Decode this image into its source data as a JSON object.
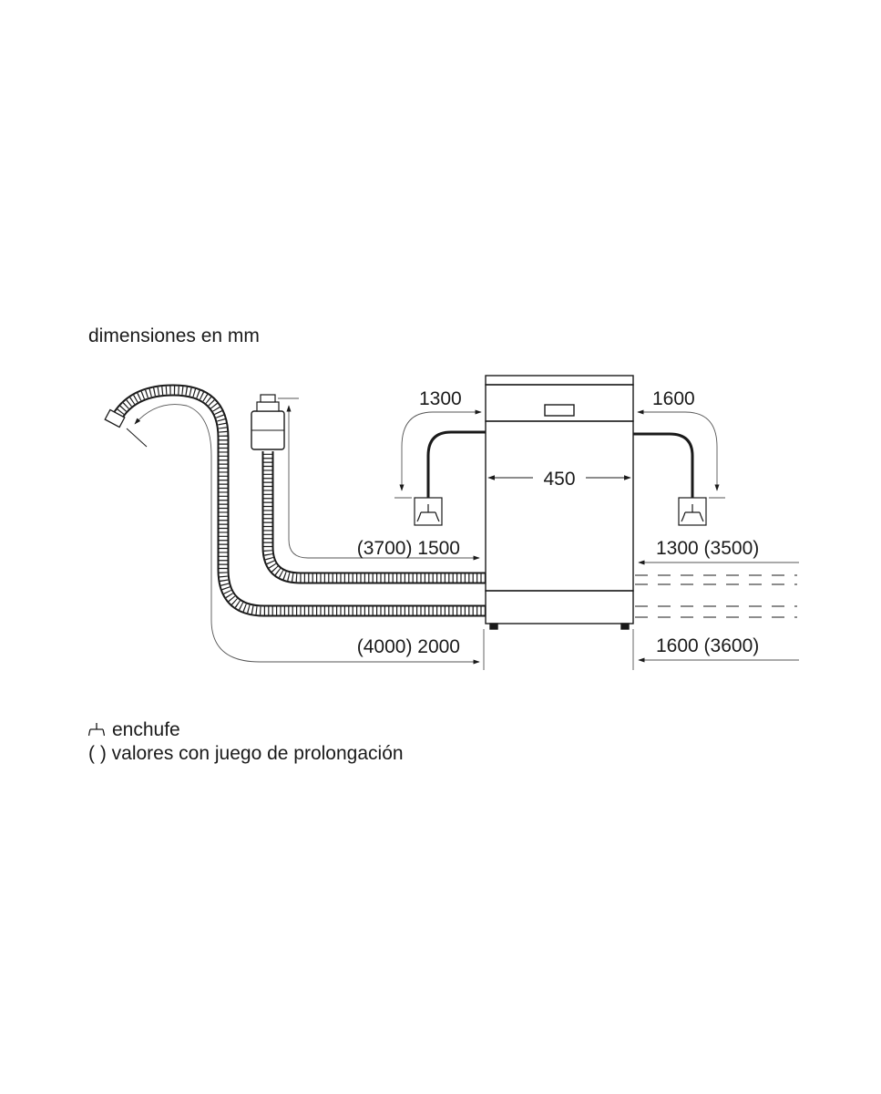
{
  "title": "dimensiones en mm",
  "dimensions": {
    "width": "450",
    "left_top": "1300",
    "right_top": "1600",
    "left_inlet": "(3700) 1500",
    "right_inlet": "1300 (3500)",
    "left_drain": "(4000) 2000",
    "right_drain": "1600 (3600)"
  },
  "legend": {
    "plug": "enchufe",
    "brackets": "( ) valores con juego de prolongación"
  },
  "colors": {
    "line": "#1a1a1a",
    "thin": "#555555"
  }
}
